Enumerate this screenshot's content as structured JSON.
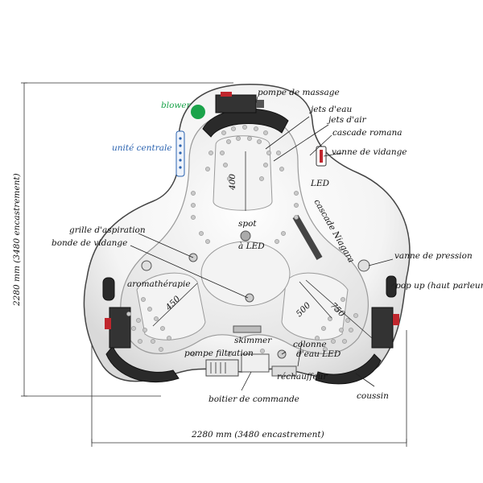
{
  "labels": {
    "pompe_massage": "pompe de massage",
    "blower": "blower",
    "jets_eau": "jets d'eau",
    "jets_air": "jets d'air",
    "cascade_romana": "cascade romana",
    "unite_centrale": "unité centrale",
    "vanne_vidange": "vanne de vidange",
    "led": "LED",
    "cascade_niagara": "cascade Niagara",
    "spot": "spot",
    "a_led": "à LED",
    "grille_aspiration": "grille d'aspiration",
    "bonde_vidange": "bonde de vidange",
    "vanne_pression": "vanne de pression",
    "aromatherapie": "aromathérapie",
    "pop_up": "pop up (haut parleur)",
    "skimmer": "skimmer",
    "pompe_filtration": "pompe filtration",
    "colonne": "colonne",
    "eau_led": "d'eau LED",
    "rechauffeur": "réchauffeur",
    "coussin": "coussin",
    "boitier_commande": "boitier de commande"
  },
  "dimensions": {
    "height": "2280 mm (3480 encastrement)",
    "width": "2280 mm (3480 encastrement)",
    "d400": "400",
    "d450": "450",
    "d500": "500",
    "d750": "750"
  },
  "colors": {
    "blower": "#1aa34a",
    "unite_centrale": "#2b63b0",
    "pillow": "#2a2a2a",
    "valve_red": "#c0262d"
  }
}
